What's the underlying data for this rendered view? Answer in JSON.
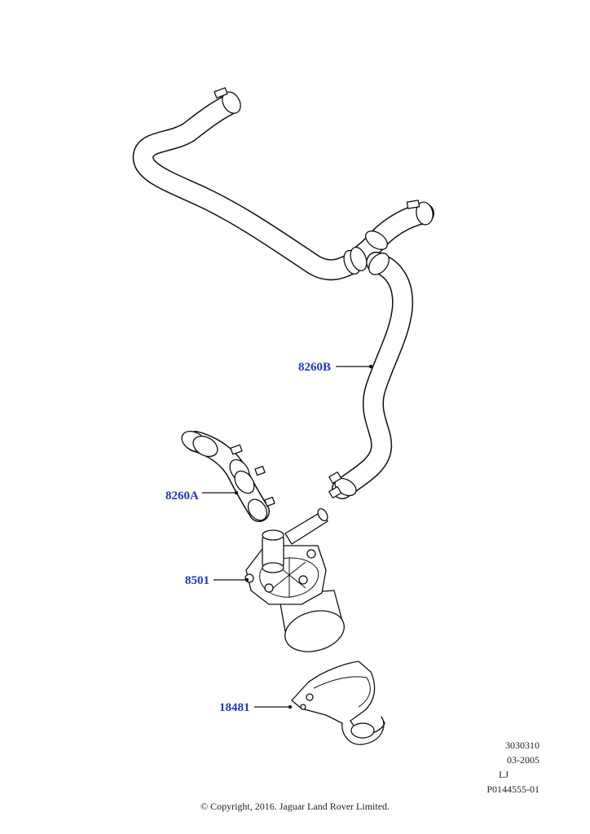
{
  "callouts": {
    "hose_upper": "8260B",
    "hose_lower": "8260A",
    "pump": "8501",
    "bracket": "18481"
  },
  "reference": {
    "line1": "3030310",
    "line2": "03-2005",
    "line3": "LJ",
    "line4": "P0144555-01"
  },
  "copyright": "© Copyright, 2016. Jaguar Land Rover Limited."
}
